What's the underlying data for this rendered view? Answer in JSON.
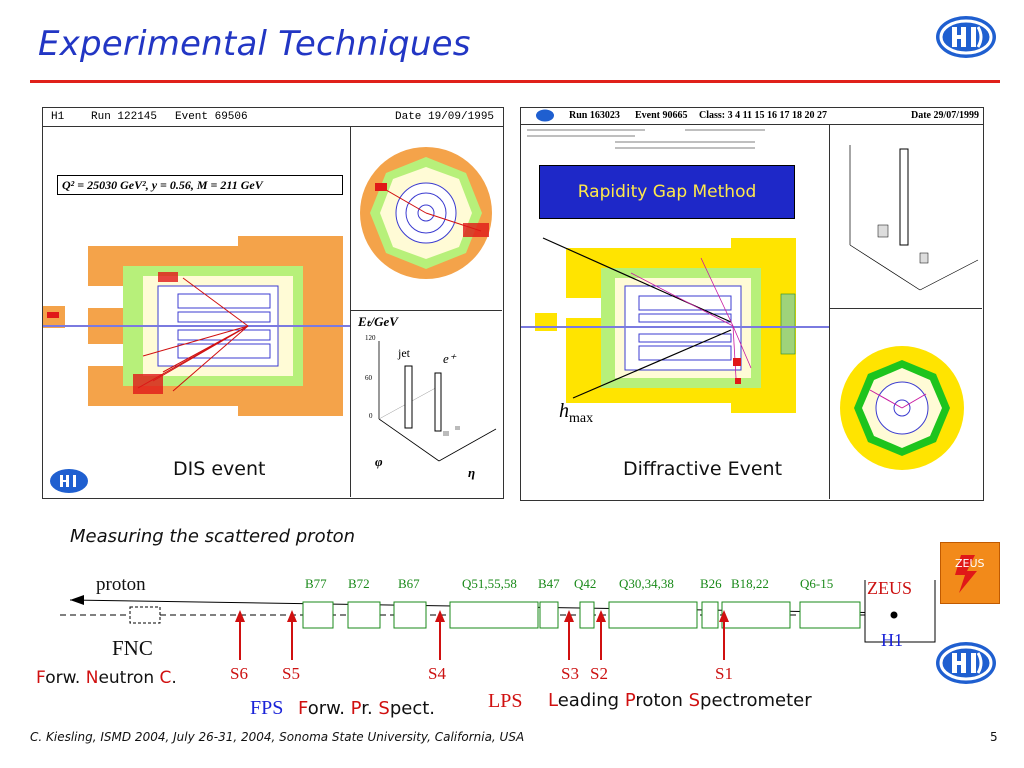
{
  "title": "Experimental Techniques",
  "colors": {
    "title": "#2236c4",
    "accent_rule": "#e0201a",
    "station": "#cc1111",
    "beam_element": "#1a8a1a"
  },
  "dis_panel": {
    "header_experiment": "H1",
    "header_run": "Run 122145",
    "header_event": "Event 69506",
    "header_date": "Date 19/09/1995",
    "kinematics_formula": "Q² = 25030 GeV²,   y = 0.56,   M = 211 GeV",
    "lego_axis": "Eₜ/GeV",
    "lego_jet": "jet",
    "lego_lepton": "e⁺",
    "lego_phi": "φ",
    "lego_eta": "η",
    "lego_yticks": [
      "120",
      "60",
      "0"
    ],
    "caption": "DIS event"
  },
  "diff_panel": {
    "header_run": "Run 163023",
    "header_event": "Event 90665",
    "header_class": "Class: 3 4 11 15 16 17 18 20 27",
    "header_date": "Date 29/07/1999",
    "method_box": "Rapidity Gap Method",
    "eta_label": "h",
    "eta_sub": "max",
    "caption": "Diffractive Event"
  },
  "beamline": {
    "heading": "Measuring the scattered proton",
    "proton_label": "proton",
    "elements": [
      "B77",
      "B72",
      "B67",
      "Q51,55,58",
      "B47",
      "Q42",
      "Q30,34,38",
      "B26",
      "B18,22",
      "Q6-15"
    ],
    "zeus_label": "ZEUS",
    "h1_label": "H1",
    "fnc_label": "FNC",
    "stations": [
      "S6",
      "S5",
      "S4",
      "S3",
      "S2",
      "S1"
    ],
    "fnc_expansion": {
      "p1": "F",
      "t1": "orw. ",
      "p2": "N",
      "t2": "eutron ",
      "p3": "C",
      "t3": "."
    },
    "fps_label": "FPS",
    "fps_expansion": {
      "p1": "F",
      "t1": "orw. ",
      "p2": "P",
      "t2": "r. ",
      "p3": "S",
      "t3": "pect."
    },
    "lps_label": "LPS",
    "lps_expansion": {
      "p1": "L",
      "t1": "eading ",
      "p2": "P",
      "t2": "roton ",
      "p3": "S",
      "t3": "pectrometer"
    }
  },
  "zeus_icon": "ZEUS",
  "footer": {
    "credit": "C. Kiesling, ISMD 2004, July 26-31, 2004, Sonoma State University, California, USA",
    "page_number": "5"
  },
  "icons": [
    "h1-logo-icon",
    "zeus-logo-icon"
  ]
}
